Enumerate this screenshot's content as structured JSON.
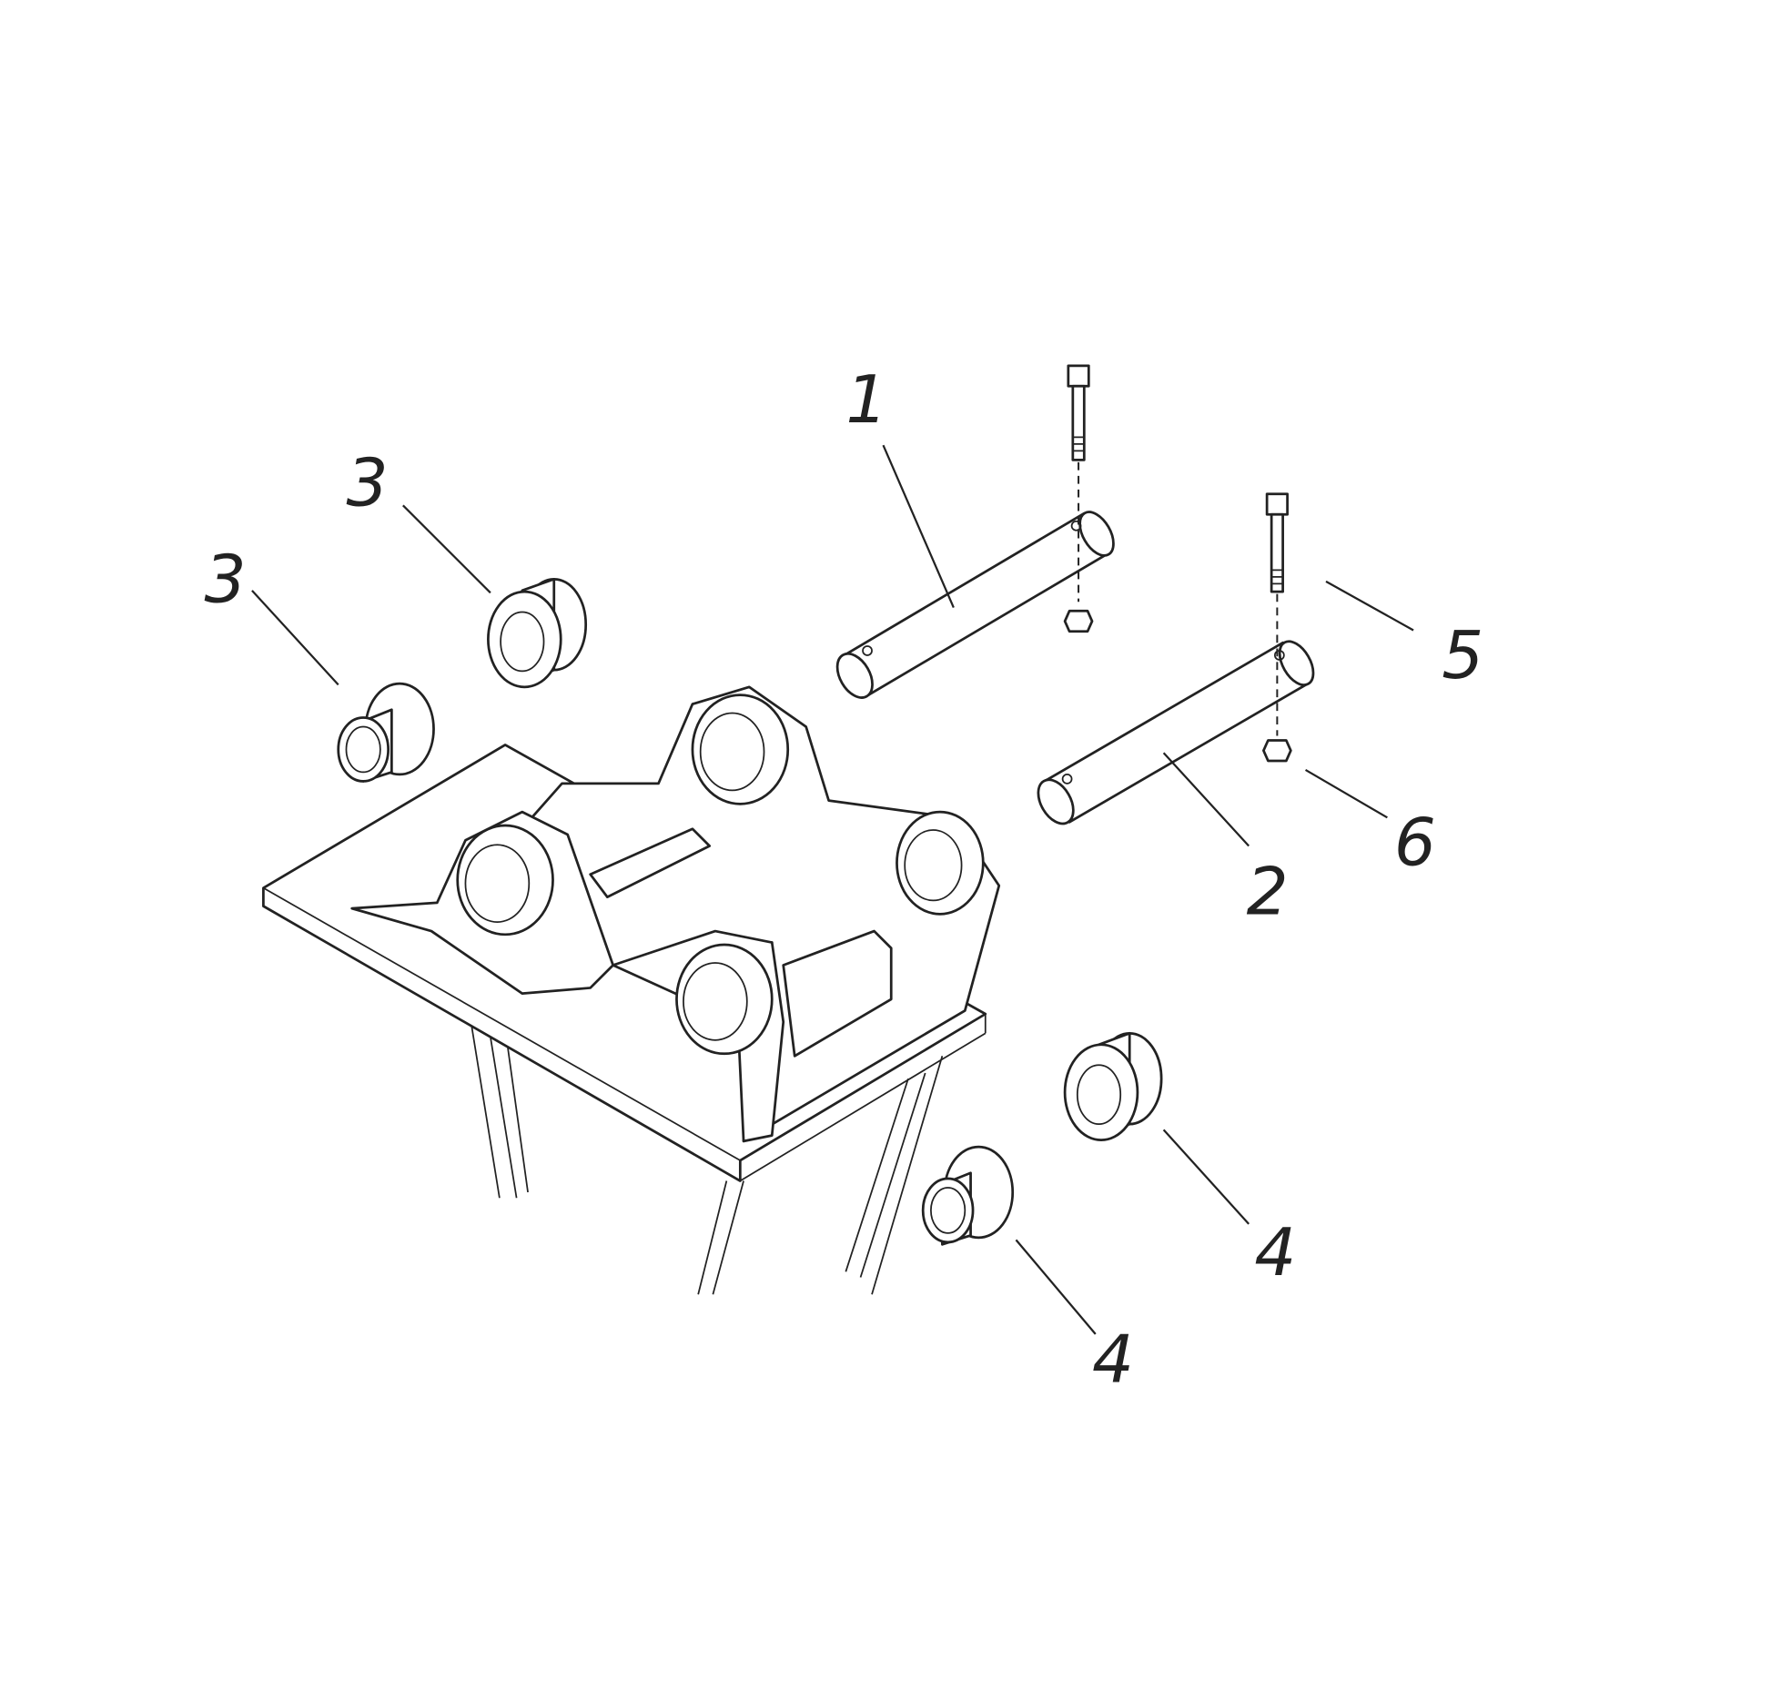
{
  "diagram": {
    "type": "exploded-parts-view",
    "line_color": "#222222",
    "background": "#ffffff",
    "callouts": {
      "pin_1": "1",
      "pin_2": "2",
      "bushing_3a": "3",
      "bushing_3b": "3",
      "bushing_4a": "4",
      "bushing_4b": "4",
      "bolt_5": "5",
      "nut_6": "6"
    }
  }
}
